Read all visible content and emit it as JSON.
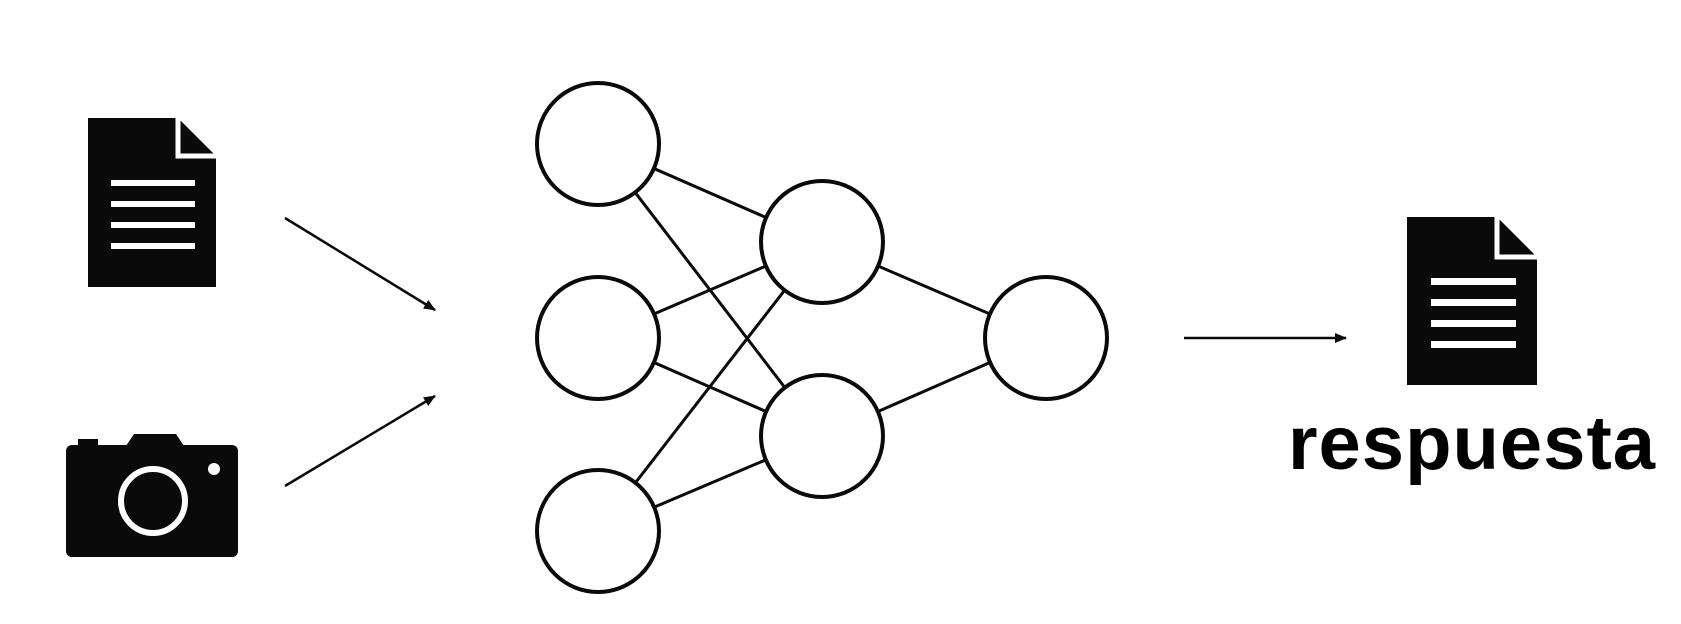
{
  "colors": {
    "ink": "#0a0a0a",
    "background": "#ffffff",
    "node_fill": "#ffffff"
  },
  "inputs": [
    {
      "icon": "document-icon"
    },
    {
      "icon": "camera-icon"
    }
  ],
  "network": {
    "layers": [
      3,
      2,
      1
    ],
    "connections": "fully-connected"
  },
  "output": {
    "icon": "document-icon",
    "label": "respuesta"
  }
}
